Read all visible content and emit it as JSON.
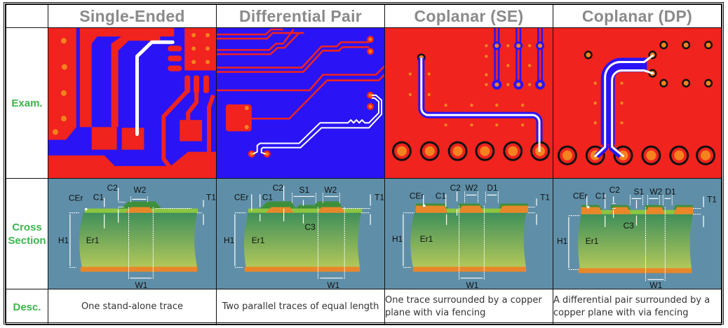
{
  "columns": [
    {
      "title": "Single-Ended"
    },
    {
      "title": "Differential Pair"
    },
    {
      "title": "Coplanar (SE)"
    },
    {
      "title": "Coplanar (DP)"
    }
  ],
  "rows": {
    "example": {
      "label": "Exam."
    },
    "cross_section": {
      "label_line1": "Cross",
      "label_line2": "Section"
    },
    "description": {
      "label": "Desc."
    }
  },
  "descriptions": [
    "One stand-alone trace",
    "Two parallel traces of equal length",
    "One trace surrounded by a copper plane with via fencing",
    "A differential pair surrounded by a copper plane with via fencing"
  ],
  "cross_section_labels": {
    "single_ended": [
      "CEr",
      "C1",
      "C2",
      "W2",
      "T1",
      "H1",
      "Er1",
      "W1"
    ],
    "differential_pair": [
      "CEr",
      "C1",
      "C2",
      "S1",
      "W2",
      "T1",
      "C3",
      "H1",
      "Er1",
      "W1"
    ],
    "coplanar_se": [
      "CEr",
      "C1",
      "C2",
      "W2",
      "D1",
      "T1",
      "H1",
      "Er1",
      "W1"
    ],
    "coplanar_dp": [
      "CEr",
      "C1",
      "C2",
      "S1",
      "W2",
      "D1",
      "T1",
      "C3",
      "H1",
      "Er1",
      "W1"
    ]
  },
  "colors": {
    "header_text": "#8a8a8a",
    "row_label": "#3cb44b",
    "copper_red": "#f0231e",
    "substrate_blue": "#2a14f5",
    "via_orange": "#f5821e",
    "trace_white": "#ffffff",
    "cs_background": "#5f8fa8",
    "cs_dielectric_top": "#3f8f5a",
    "cs_dielectric_bottom": "#b3c85a",
    "cs_copper": "#e8872a"
  }
}
